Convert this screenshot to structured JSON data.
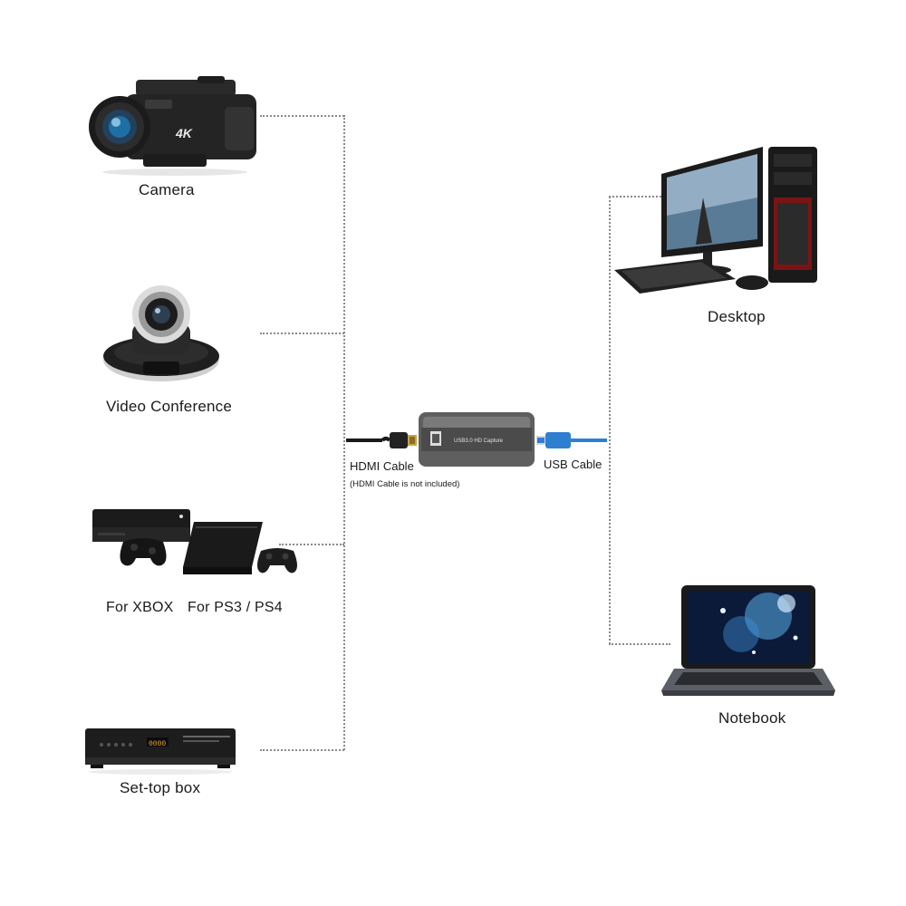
{
  "sources": {
    "camera": "Camera",
    "video_conference": "Video Conference",
    "xbox": "For XBOX",
    "ps": "For PS3 / PS4",
    "settop": "Set-top box"
  },
  "cables": {
    "hdmi": "HDMI Cable",
    "hdmi_note": "(HDMI Cable is not included)",
    "usb": "USB Cable"
  },
  "capture_device_text": "USB3.0 HD Capture",
  "camera_badge": "4K",
  "settop_display": "0000",
  "targets": {
    "desktop": "Desktop",
    "notebook": "Notebook"
  },
  "colors": {
    "connector_line": "#8a8a8a",
    "usb_cable": "#2f7fd1",
    "device_body": "#5f5f5f"
  }
}
